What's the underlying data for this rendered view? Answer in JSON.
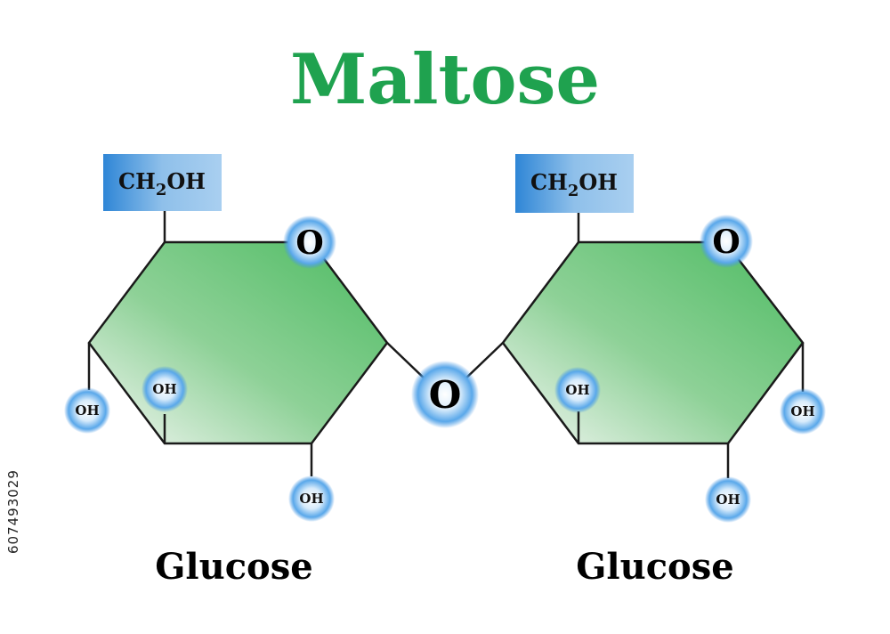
{
  "title": "Maltose",
  "bridge_oxygen": "O",
  "left_ring": {
    "label": "Glucose",
    "ring_oxygen": "O",
    "ch2oh": {
      "main": "CH",
      "sub": "2",
      "tail": "OH"
    },
    "oh_groups": [
      "OH",
      "OH",
      "OH"
    ]
  },
  "right_ring": {
    "label": "Glucose",
    "ring_oxygen": "O",
    "ch2oh": {
      "main": "CH",
      "sub": "2",
      "tail": "OH"
    },
    "oh_groups": [
      "OH",
      "OH",
      "OH"
    ]
  },
  "stock_id": "607493029",
  "colors": {
    "title": "#1fa24f",
    "ring_fill": "#6cc27a",
    "box_fill": "#5ea9e0",
    "glow": "#2f8ce0"
  }
}
